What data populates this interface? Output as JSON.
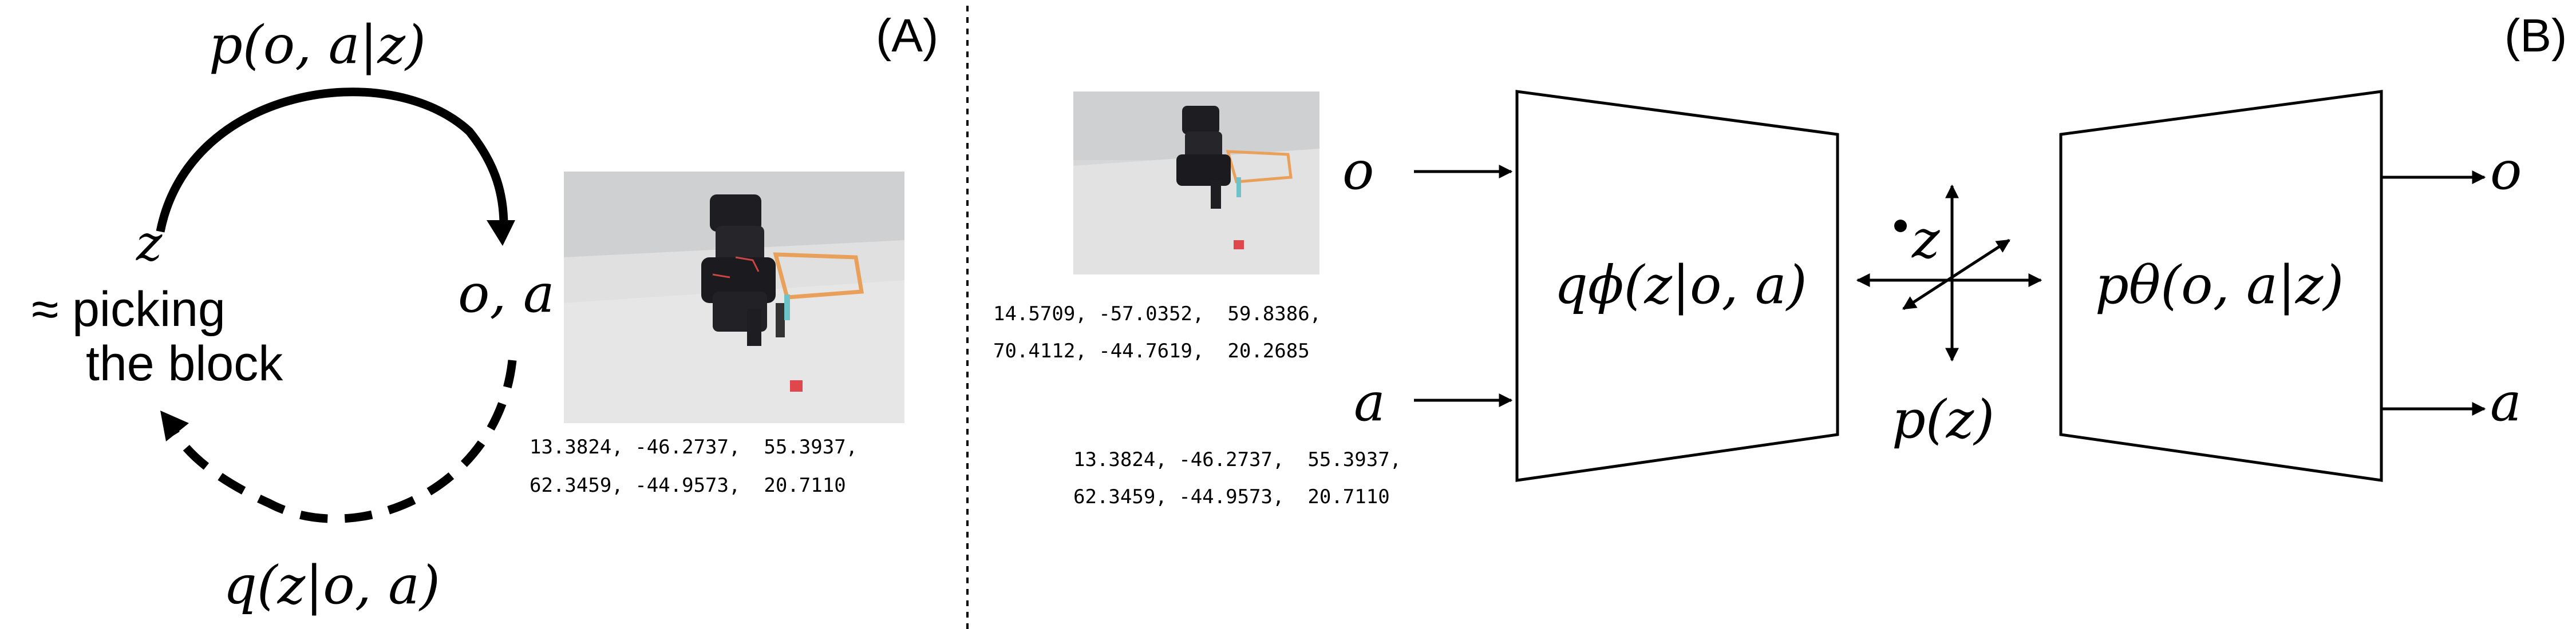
{
  "panel_a": {
    "label": "(A)",
    "top_arc_label": "p(o, a|z)",
    "bottom_arc_label": "q(z|o, a)",
    "latent_label": "z",
    "latent_desc_line1": "≈ picking",
    "latent_desc_line2": "the block",
    "observed_label": "o, a",
    "action_line1": "13.3824, -46.2737,  55.3937,",
    "action_line2": "62.3459, -44.9573,  20.7110"
  },
  "panel_b": {
    "label": "(B)",
    "input_o": "o",
    "input_a": "a",
    "encoder_label": "qϕ(z|o, a)",
    "decoder_label": "pθ(o, a|z)",
    "latent_point": "z",
    "prior_label": "p(z)",
    "output_o": "o",
    "output_a": "a",
    "top_action_line1": "14.5709, -57.0352,  59.8386,",
    "top_action_line2": "70.4112, -44.7619,  20.2685",
    "bottom_action_line1": "13.3824, -46.2737,  55.3937,",
    "bottom_action_line2": "62.3459, -44.9573,  20.7110"
  },
  "colors": {
    "ink": "#000000",
    "table_surface": "#dcdcdc",
    "robot": "#1e1e22",
    "block": "#e0474c",
    "frame": "#e9a05a"
  }
}
